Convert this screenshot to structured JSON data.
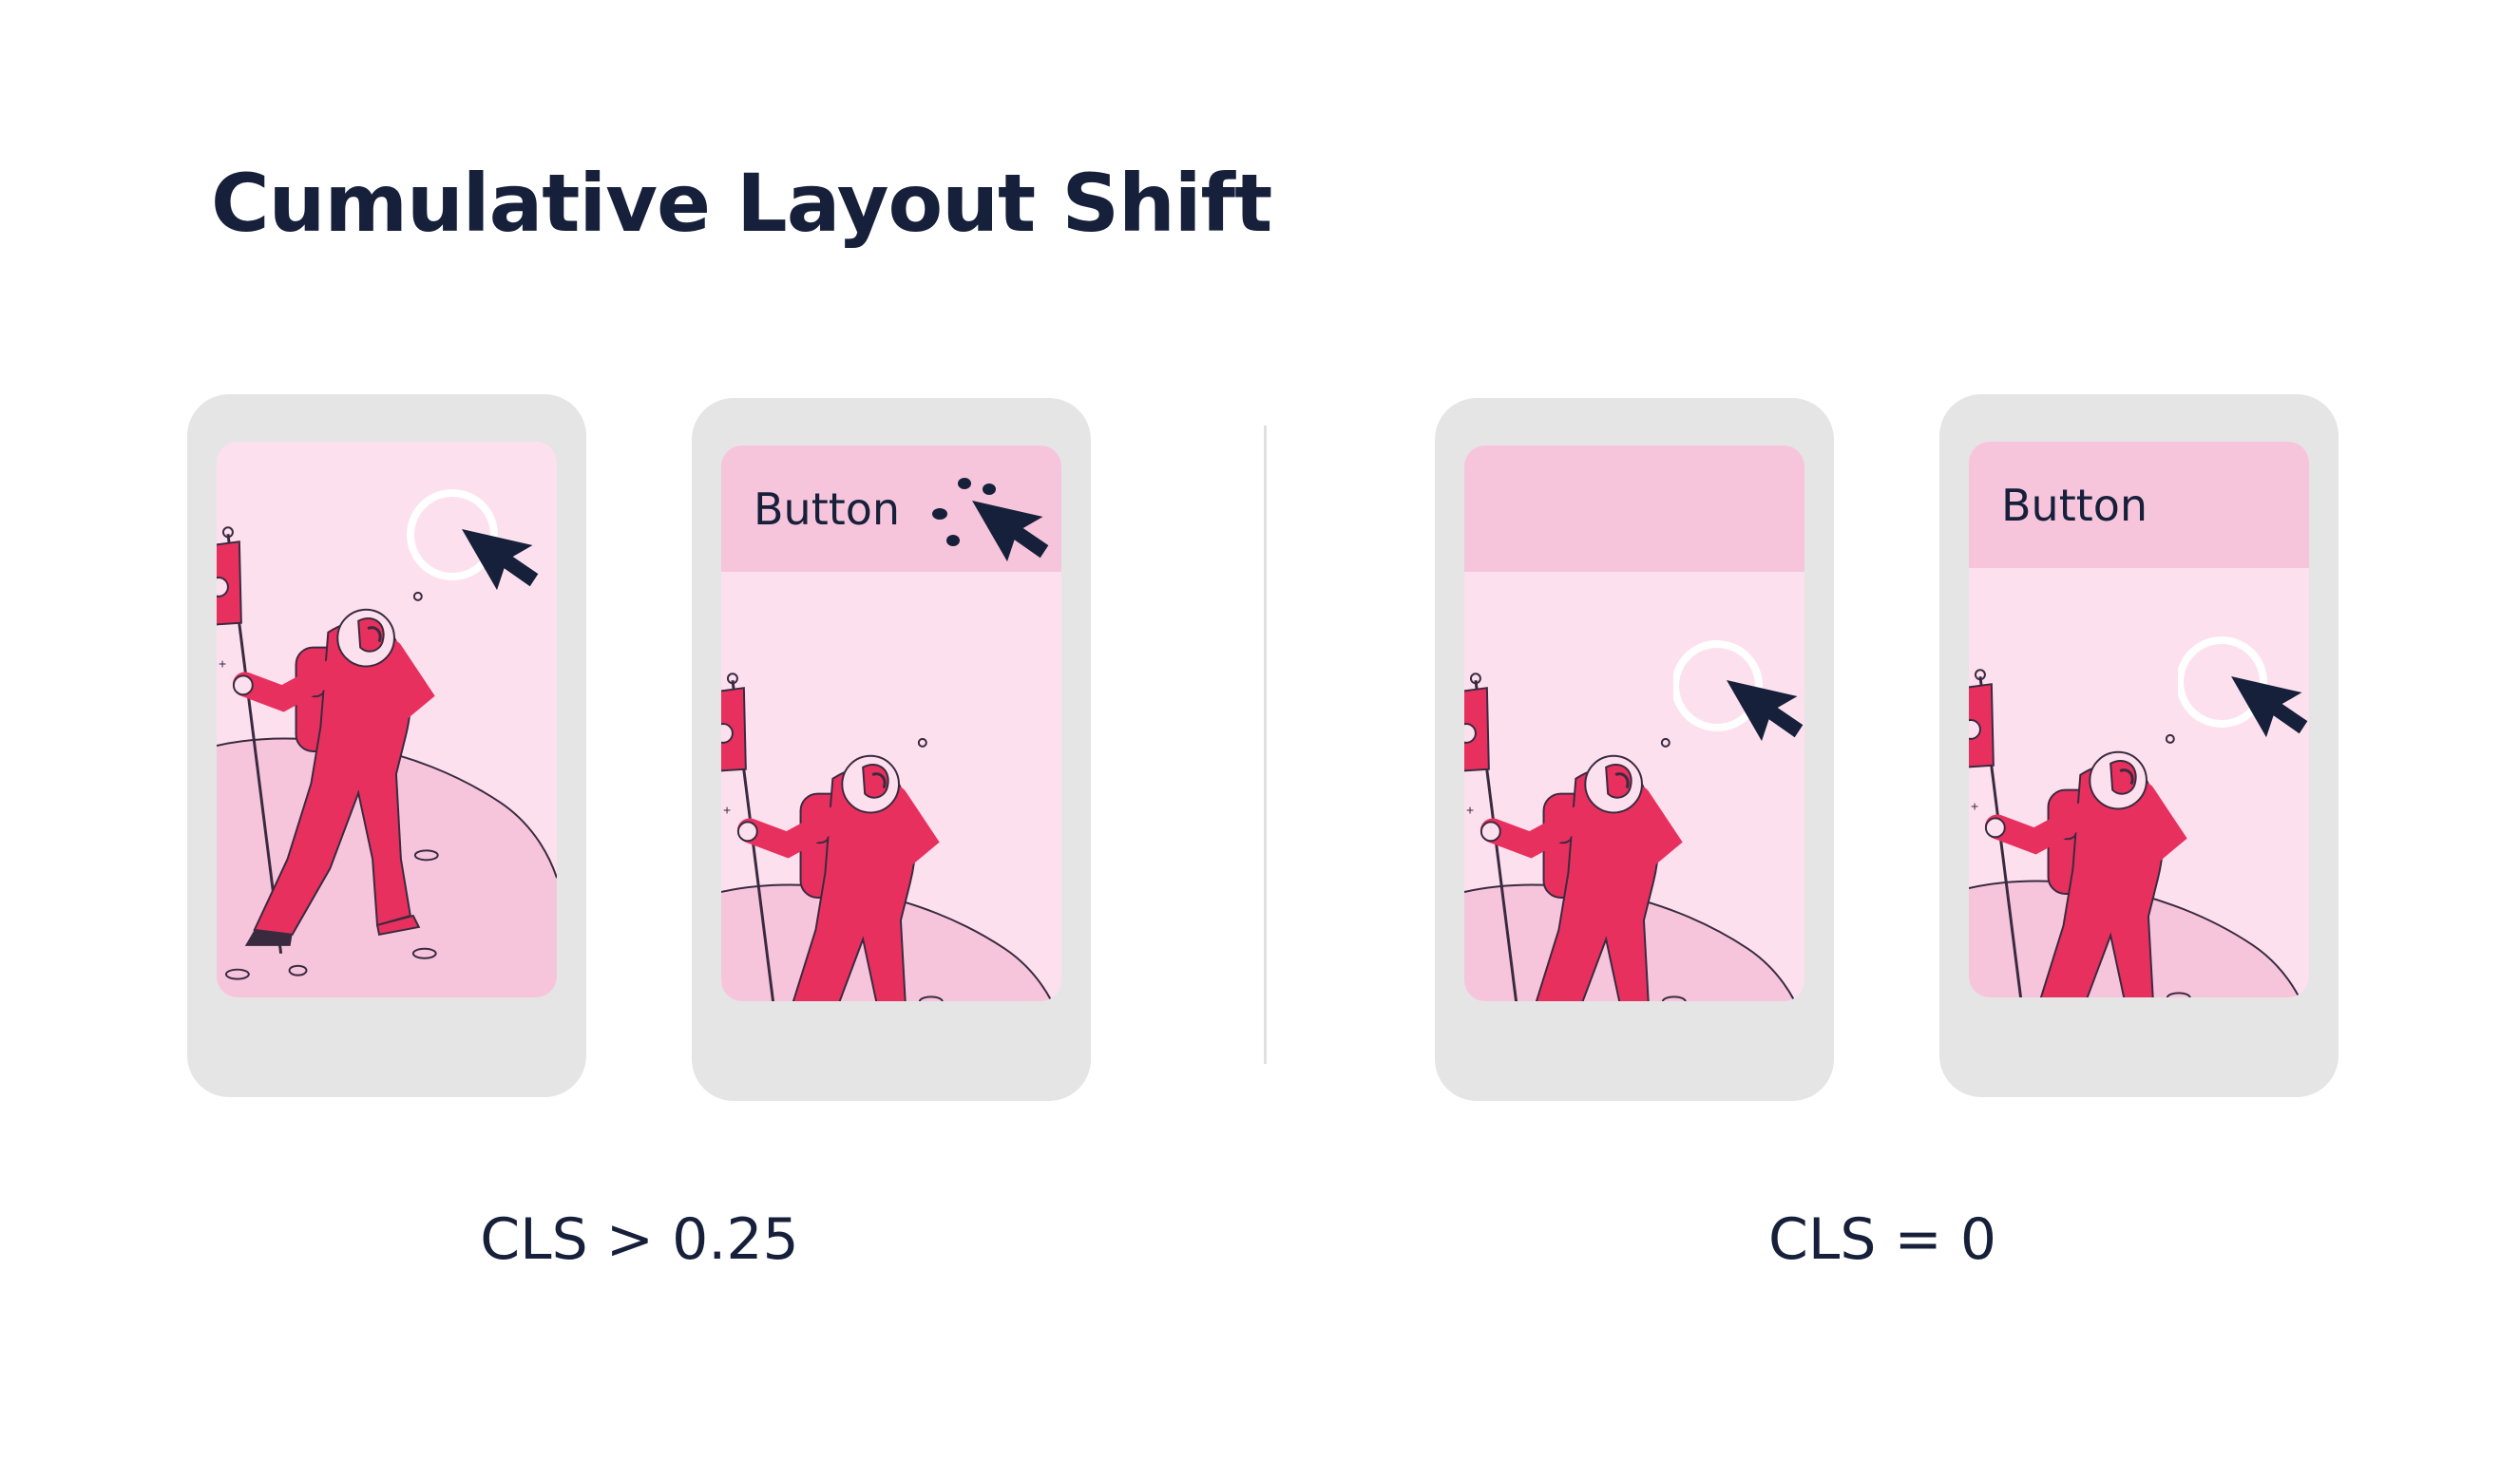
{
  "title": "Cumulative Layout Shift",
  "button_label": "Button",
  "captions": {
    "bad": "CLS > 0.25",
    "good": "CLS = 0"
  },
  "colors": {
    "text": "#16203a",
    "phone": "#e5e5e5",
    "screen": "#fde0ee",
    "button_bar": "#f6c5dc",
    "astronaut": "#e8305e",
    "ground": "#f6c5dc"
  },
  "icons": [
    "cursor-arrow-icon",
    "click-ring-icon",
    "click-burst-icon",
    "astronaut-illustration",
    "flag-icon"
  ]
}
